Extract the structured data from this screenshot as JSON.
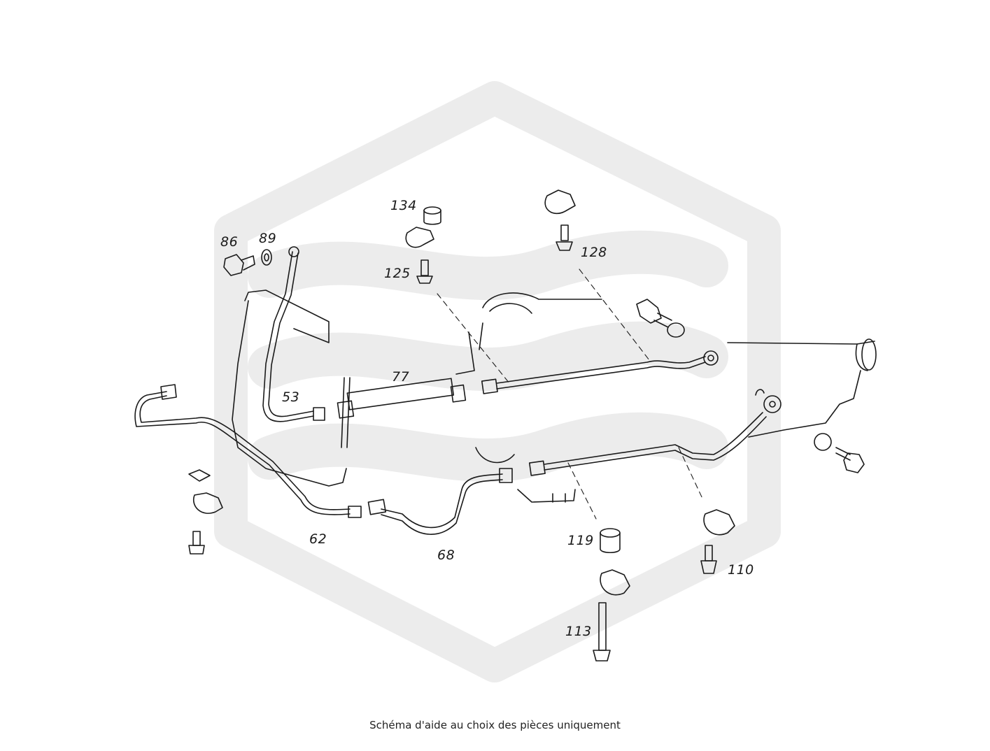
{
  "diagram": {
    "parts": [
      {
        "id": "86",
        "label": "86"
      },
      {
        "id": "89",
        "label": "89"
      },
      {
        "id": "134",
        "label": "134"
      },
      {
        "id": "125",
        "label": "125"
      },
      {
        "id": "128",
        "label": "128"
      },
      {
        "id": "53",
        "label": "53"
      },
      {
        "id": "77",
        "label": "77"
      },
      {
        "id": "62",
        "label": "62"
      },
      {
        "id": "68",
        "label": "68"
      },
      {
        "id": "119",
        "label": "119"
      },
      {
        "id": "110",
        "label": "110"
      },
      {
        "id": "113",
        "label": "113"
      }
    ],
    "caption": "Schéma d'aide au choix des pièces uniquement",
    "colors": {
      "line": "#1a1a1a",
      "watermark": "#ececec",
      "background": "#ffffff"
    }
  }
}
